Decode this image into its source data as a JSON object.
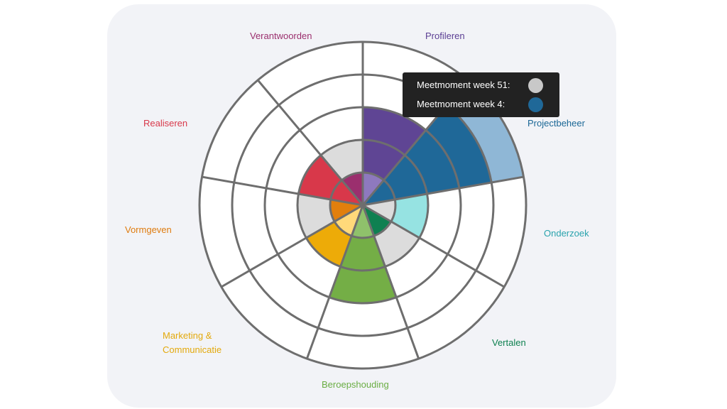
{
  "chart_data": {
    "type": "polar-area",
    "title": "",
    "rings": 5,
    "max": 5,
    "categories": [
      "Profileren",
      "Projectbeheer",
      "Onderzoek",
      "Vertalen",
      "Beroepshouding",
      "Marketing & Communicatie",
      "Vormgeven",
      "Realiseren",
      "Verantwoorden"
    ],
    "label_colors": [
      "#5b3e93",
      "#1b6796",
      "#2aa3ad",
      "#0e8050",
      "#6aad44",
      "#e3a90c",
      "#df7b0e",
      "#d8384a",
      "#9b2f6e"
    ],
    "series": [
      {
        "name": "Meetmoment week 51",
        "colors": [
          "#8e79be",
          "#8fb7d6",
          "#dcdcdc",
          "#dcdcdc",
          "#8fc16b",
          "#ffd97a",
          "#dcdcdc",
          "#dcdcdc",
          "#dcdcdc"
        ],
        "values": [
          1,
          5,
          1,
          2,
          1,
          1,
          2,
          2,
          2
        ]
      },
      {
        "name": "Meetmoment week 4",
        "colors": [
          "#5f4594",
          "#1f6898",
          "#96e3e2",
          "#0f8051",
          "#74ae46",
          "#edab08",
          "#e17f0d",
          "#d8384a",
          "#9b2f6e"
        ],
        "values": [
          3,
          4,
          2,
          1,
          3,
          2,
          1,
          2,
          1
        ]
      }
    ]
  },
  "tooltip": {
    "rows": [
      {
        "label": "Meetmoment week 51:",
        "color": "#c8c8c8"
      },
      {
        "label": "Meetmoment week 4:",
        "color": "#1f6898"
      }
    ]
  }
}
